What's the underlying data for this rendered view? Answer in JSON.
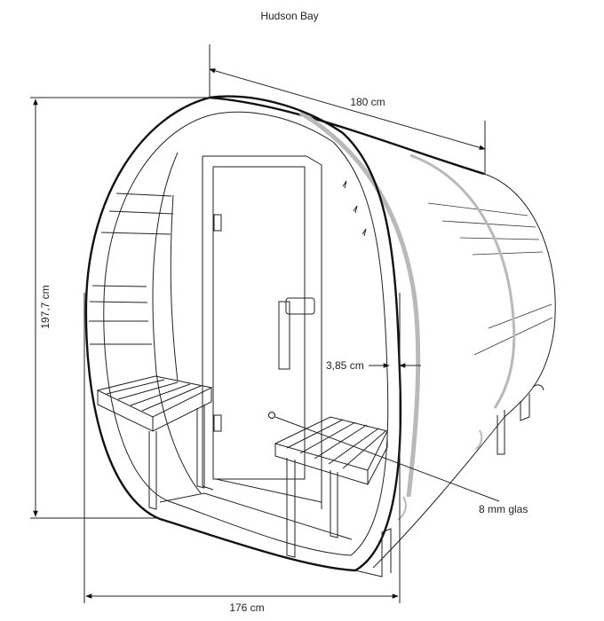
{
  "diagram": {
    "title": "Hudson Bay",
    "dimensions": {
      "depth": "180 cm",
      "height": "197,7 cm",
      "width": "176 cm",
      "wall_thickness": "3,85 cm",
      "glass": "8 mm glas"
    }
  },
  "colors": {
    "line": "#111111",
    "band": "#b9b9b9",
    "background": "#ffffff"
  }
}
